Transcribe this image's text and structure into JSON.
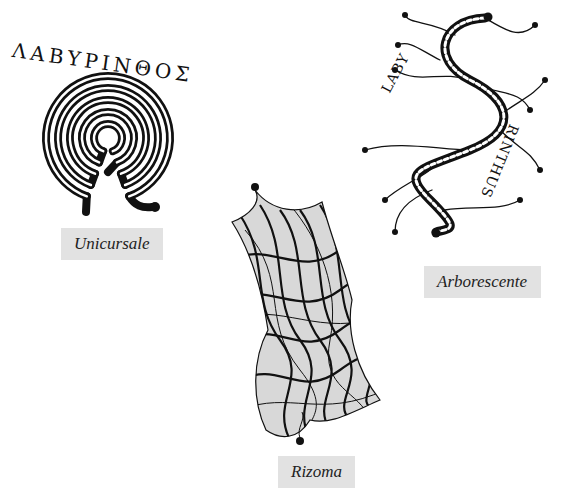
{
  "diagram": {
    "nodes": [
      {
        "text": [
          "Unicursale"
        ]
      },
      {
        "text": [
          "Arborescente"
        ]
      },
      {
        "text": [
          "Rizoma"
        ]
      }
    ],
    "labels": [
      "ΛΑΒΥΡΙΝΘΟΣ",
      "LABY",
      "RINTHUS"
    ]
  }
}
